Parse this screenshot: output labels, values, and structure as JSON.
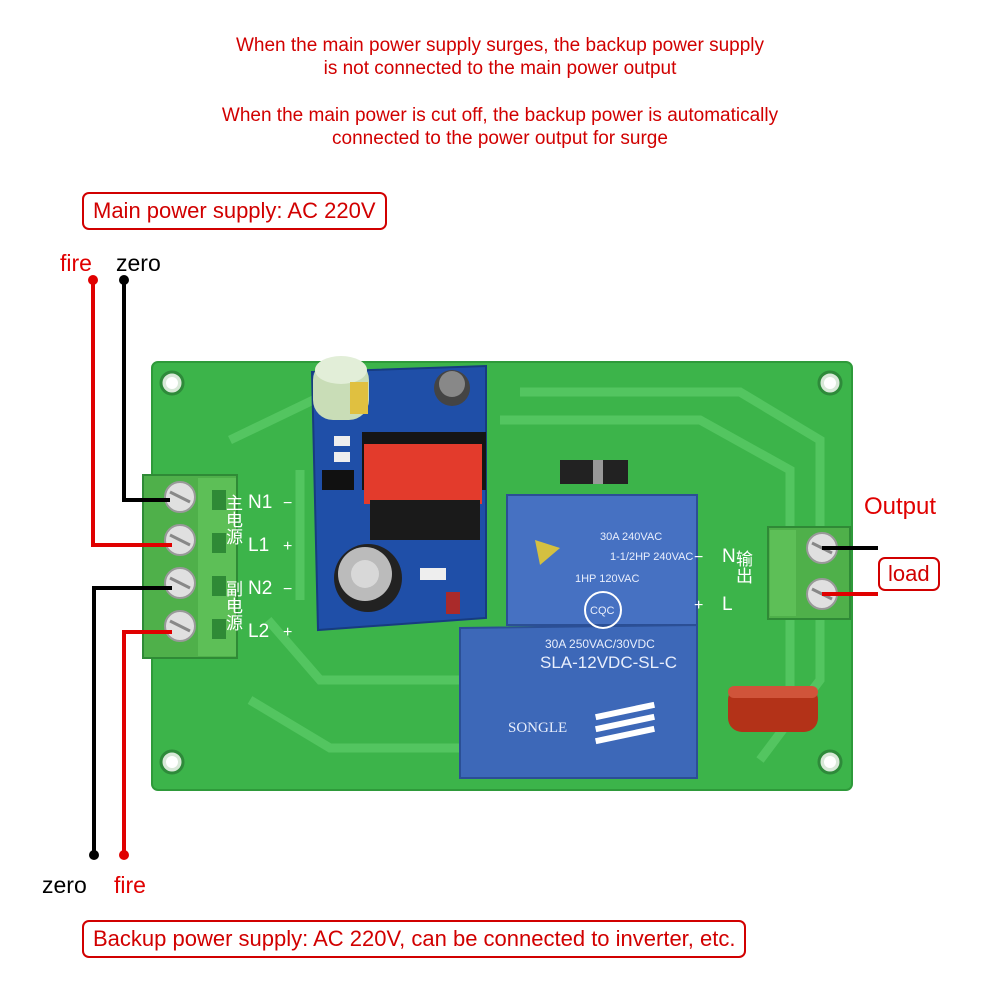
{
  "notes": {
    "line1a": "When the main power supply surges, the backup power supply",
    "line1b": "is not connected to the main power output",
    "line2a": "When the main power is cut off, the backup power is automatically",
    "line2b": "connected to the power output for surge"
  },
  "main_supply_label": "Main power supply: AC 220V",
  "backup_supply_label": "Backup power supply: AC 220V, can be connected to inverter, etc.",
  "wires": {
    "top_fire": "fire",
    "top_zero": "zero",
    "bottom_zero": "zero",
    "bottom_fire": "fire"
  },
  "output_label": "Output",
  "load_label": "load",
  "board": {
    "input_terminal_labels": [
      "N1",
      "L1",
      "N2",
      "L2"
    ],
    "input_cn_main": "主电源",
    "input_cn_backup": "副电源",
    "output_terminal_labels": [
      "N",
      "L"
    ],
    "output_cn": "输出",
    "relay_text_1": "SLA-12VDC-SL-C",
    "relay_text_2": "30A 250VAC/30VDC",
    "relay_text_3": "1HP 120VAC",
    "relay_text_4": "1-1/2HP 240VAC",
    "relay_text_5": "30A 240VAC",
    "relay_brand": "SONGLE",
    "relay_cert": "CQC"
  },
  "colors": {
    "accent_red": "#d10000",
    "pcb_green": "#3cb44a",
    "relay_blue": "#3d68b8",
    "terminal_green": "#4fb04a"
  }
}
